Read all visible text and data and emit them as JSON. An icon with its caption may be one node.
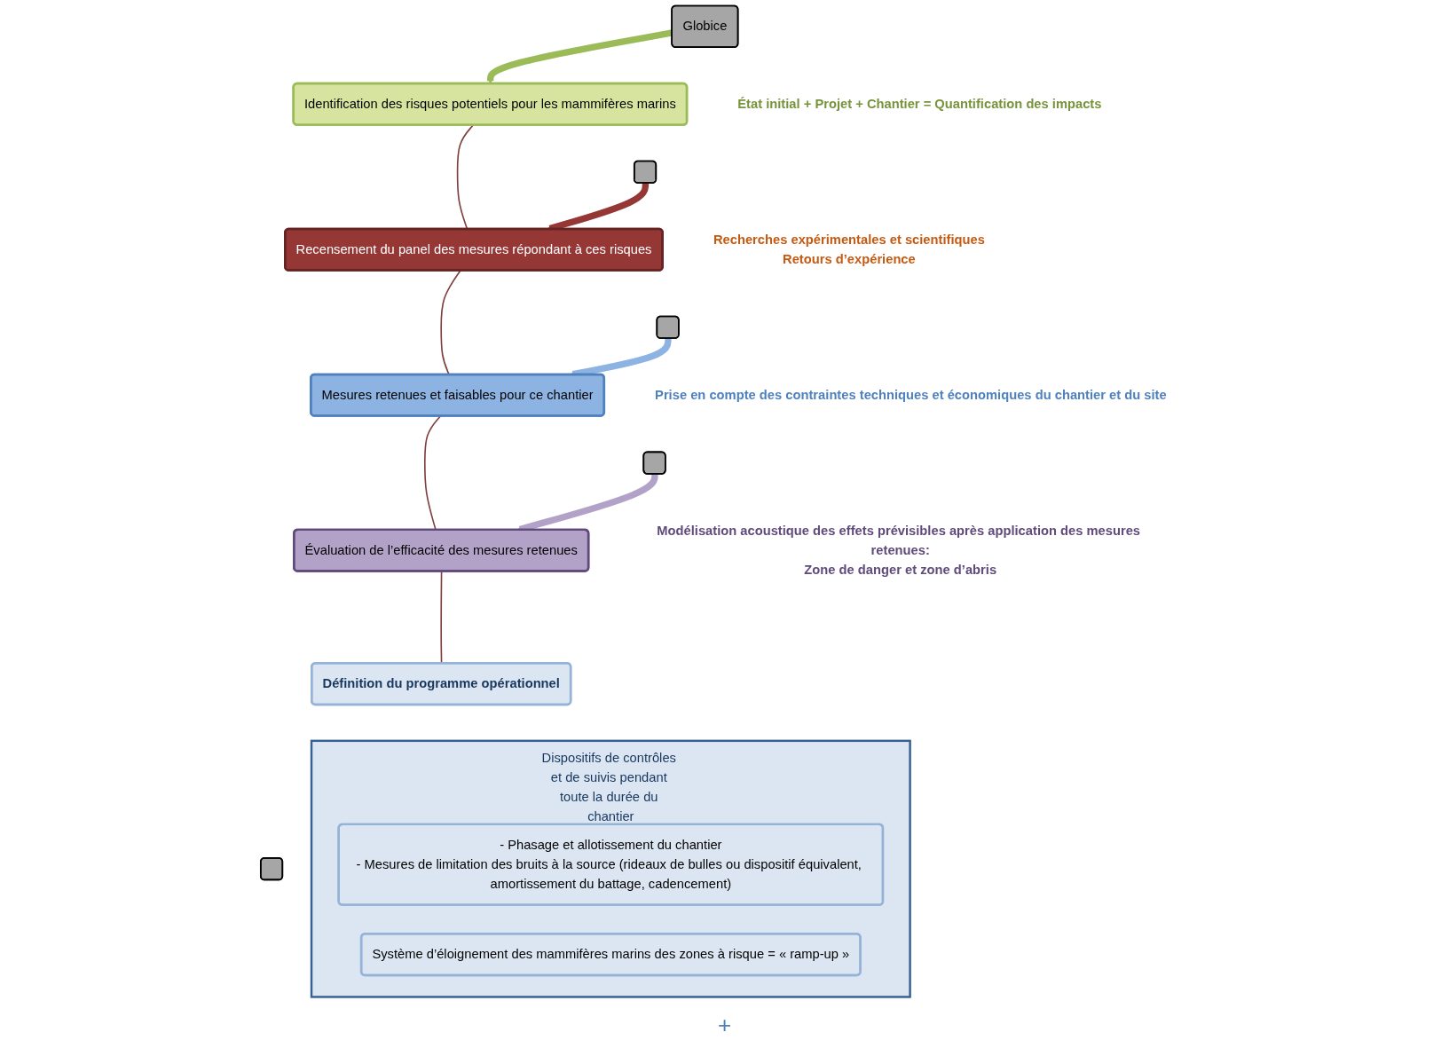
{
  "diagram": {
    "nodes": [
      {
        "text": [
          "Globice"
        ]
      },
      {
        "text": [
          "Identification des risques potentiels pour les mammifères marins"
        ],
        "beside": [
          "État initial + Projet + Chantier = Quantification des impacts"
        ]
      },
      {
        "text": [],
        "shape": "box"
      },
      {
        "text": [
          "Recensement du panel des mesures répondant à ces risques"
        ],
        "beside": [
          "Recherches expérimentales et scientifiques",
          "Retours d’expérience"
        ]
      },
      {
        "text": [],
        "shape": "box"
      },
      {
        "text": [
          "Mesures retenues et faisables pour ce chantier"
        ],
        "beside": [
          "Prise en compte des contraintes techniques et économiques du chantier et du site"
        ]
      },
      {
        "text": [],
        "shape": "box"
      },
      {
        "text": [
          "Évaluation de l’efficacité des mesures retenues"
        ],
        "beside": [
          "Modélisation acoustique des effets prévisibles après application des mesures retenues:",
          "Zone de danger et zone d’abris"
        ]
      },
      {
        "text": [
          "Définition du programme opérationnel"
        ]
      },
      {
        "text": [],
        "shape": "box"
      },
      {
        "text": [
          "Dispositifs de contrôles et de suivis pendant toute la durée du chantier"
        ]
      },
      {
        "text": [
          "- Phasage et allotissement du chantier",
          "- Mesures de limitation des bruits à la source (rideaux de bulles ou dispositif équivalent, amortissement du battage, cadencement)"
        ],
        "in": 10
      },
      {
        "text": [
          "Système d’éloignement des mammifères marins des zones à risque = « ramp-up »"
        ],
        "in": 10
      }
    ],
    "edges": [
      {
        "from": 0,
        "to": 1,
        "arrow": "to",
        "style": "thick",
        "color": "#9bbb59"
      },
      {
        "from": 1,
        "to": 3,
        "arrow": "none"
      },
      {
        "from": 2,
        "to": 3,
        "arrow": "to",
        "style": "thick",
        "color": "#953735"
      },
      {
        "from": 3,
        "to": 5,
        "arrow": "none"
      },
      {
        "from": 4,
        "to": 5,
        "arrow": "to",
        "style": "thick",
        "color": "#8db3e2"
      },
      {
        "from": 5,
        "to": 7,
        "arrow": "none"
      },
      {
        "from": 6,
        "to": 7,
        "arrow": "to",
        "style": "thick",
        "color": "#b3a2c7"
      },
      {
        "from": 7,
        "to": 8,
        "arrow": "none"
      }
    ],
    "labels": [
      "+"
    ]
  }
}
